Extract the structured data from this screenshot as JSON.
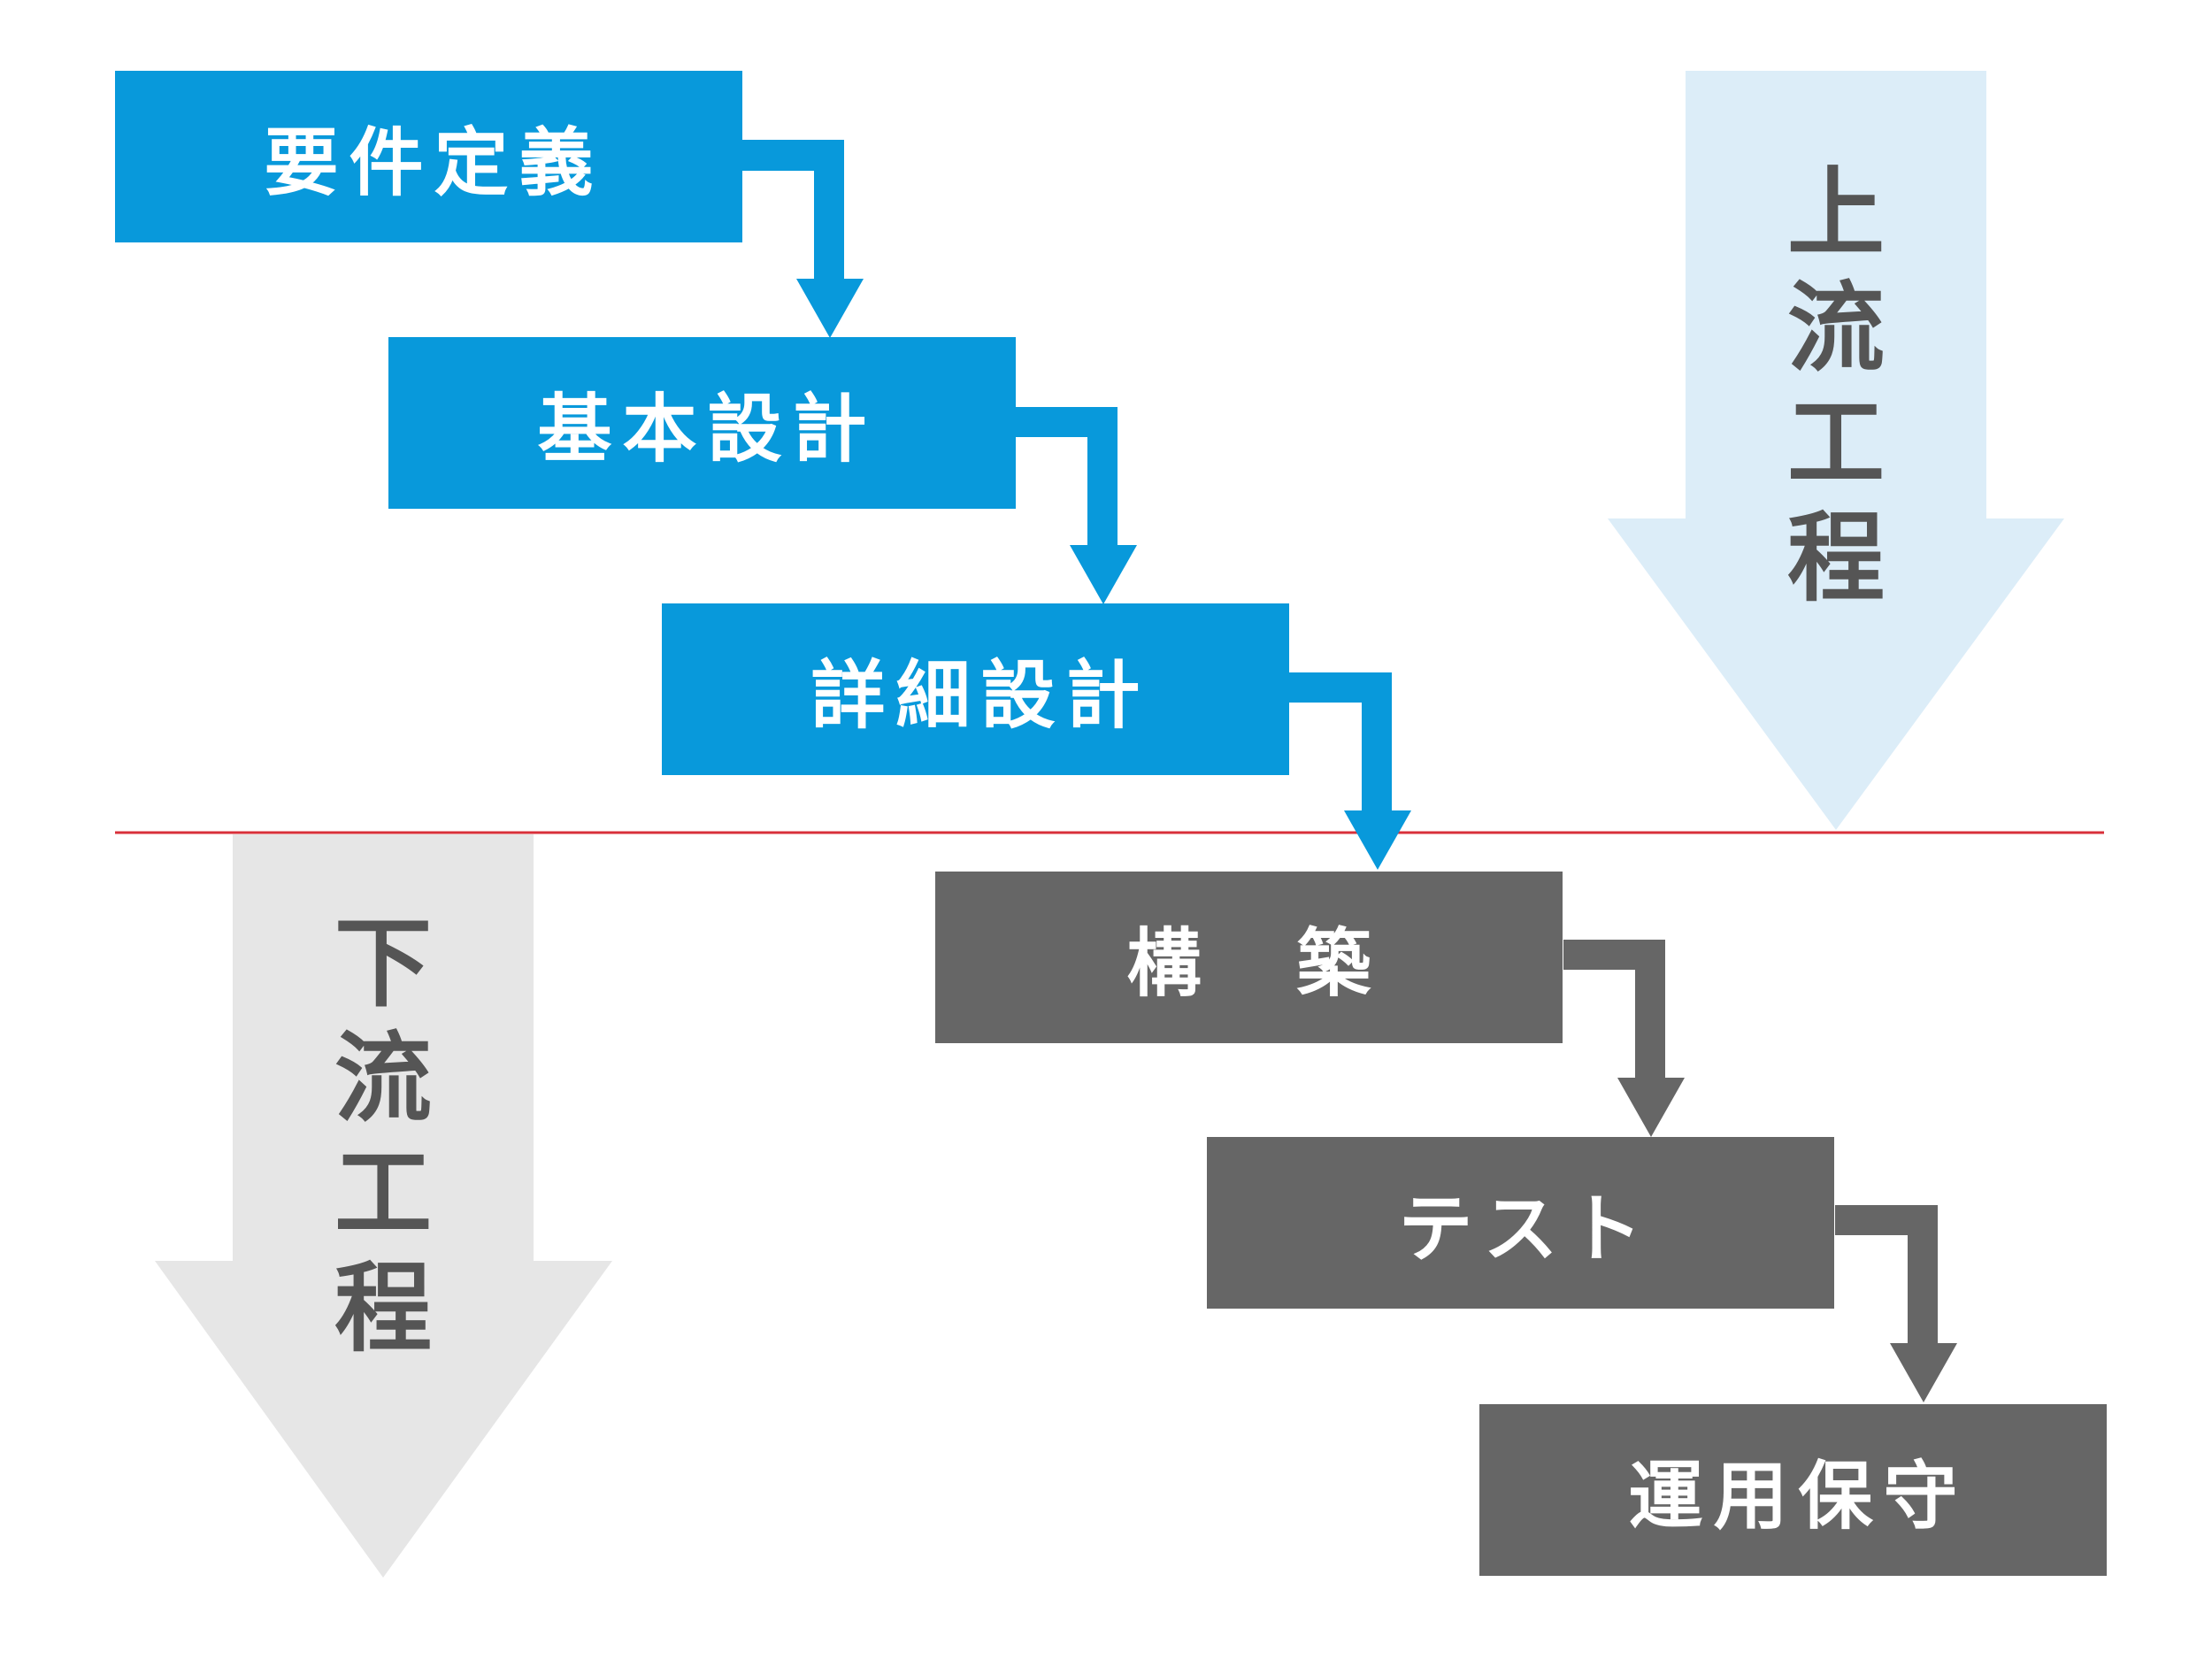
{
  "colors": {
    "upstream_box": "#0899DB",
    "downstream_box": "#666666",
    "upstream_arrow_bg": "#DCEDF8",
    "downstream_arrow_bg": "#E6E6E6",
    "divider": "#D8303A",
    "label_text": "#555555"
  },
  "steps": [
    {
      "label": "要件定義",
      "phase": "upstream"
    },
    {
      "label": "基本設計",
      "phase": "upstream"
    },
    {
      "label": "詳細設計",
      "phase": "upstream"
    },
    {
      "label": "構　築",
      "phase": "downstream"
    },
    {
      "label": "テスト",
      "phase": "downstream"
    },
    {
      "label": "運用保守",
      "phase": "downstream"
    }
  ],
  "phases": {
    "upstream": {
      "chars": [
        "上",
        "流",
        "工",
        "程"
      ]
    },
    "downstream": {
      "chars": [
        "下",
        "流",
        "工",
        "程"
      ]
    }
  }
}
